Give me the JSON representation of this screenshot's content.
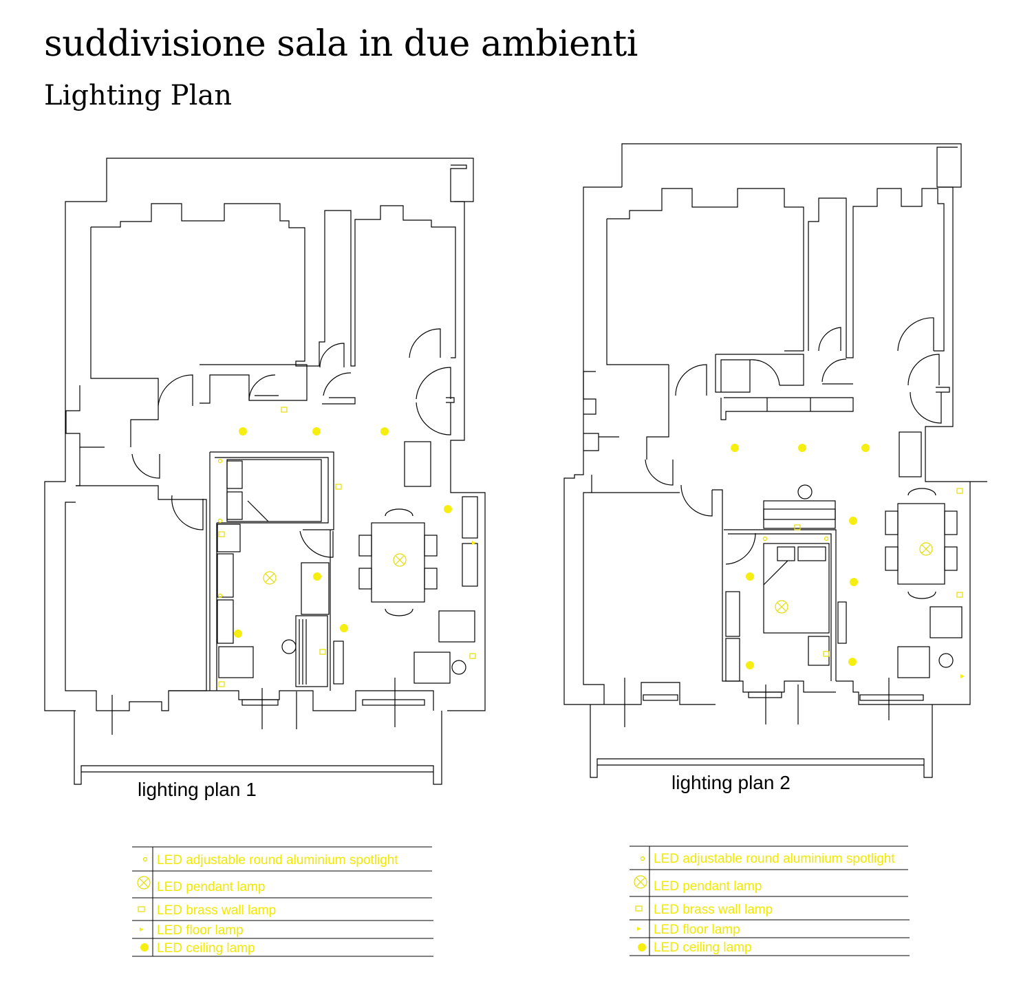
{
  "page": {
    "title": "suddivisione sala in due ambienti",
    "subtitle": "Lighting Plan"
  },
  "plans": [
    {
      "label": "lighting plan 1"
    },
    {
      "label": "lighting plan 2"
    }
  ],
  "legend": {
    "items": [
      {
        "symbol": "spotlight",
        "label": "LED adjustable round aluminium spotlight"
      },
      {
        "symbol": "pendant",
        "label": "LED  pendant lamp"
      },
      {
        "symbol": "wall",
        "label": "LED brass wall lamp"
      },
      {
        "symbol": "floor",
        "label": "LED floor lamp"
      },
      {
        "symbol": "ceiling",
        "label": "LED ceiling lamp"
      }
    ]
  },
  "colors": {
    "lamp": "#f5ee10",
    "line": "#000000",
    "legend_text": "#f2e800"
  }
}
